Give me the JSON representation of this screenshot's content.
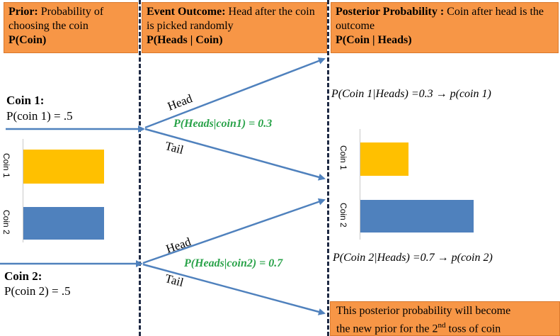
{
  "headers": {
    "prior": {
      "title": "Prior:",
      "text": " Probability of choosing the coin",
      "formula": "P(Coin)"
    },
    "event": {
      "title": "Event Outcome:",
      "text": " Head after the coin is picked randomly",
      "formula": "P(Heads | Coin)"
    },
    "posterior": {
      "title": "Posterior Probability :",
      "text": " Coin after head is the outcome",
      "formula": "P(Coin | Heads)"
    }
  },
  "coin1": {
    "title": "Coin 1:",
    "prob": "P(coin 1) = .5"
  },
  "coin2": {
    "title": "Coin 2:",
    "prob": "P(coin 2) = .5"
  },
  "branches": {
    "head": "Head",
    "tail": "Tail"
  },
  "likelihoods": {
    "coin1": "P(Heads|coin1) = 0.3",
    "coin2": "P(Heads|coin2) = 0.7"
  },
  "posteriors": {
    "coin1": "P(Coin 1|Heads) =0.3 → p(coin 1)",
    "coin2": "P(Coin 2|Heads) =0.7 → p(coin 2)"
  },
  "prior_bars": {
    "labels": [
      "Coin 1",
      "Coin 2"
    ],
    "values": [
      0.5,
      0.5
    ],
    "colors": [
      "#ffc000",
      "#4f81bd"
    ]
  },
  "posterior_bars": {
    "labels": [
      "Coin 1",
      "Coin 2"
    ],
    "values": [
      0.3,
      0.7
    ],
    "colors": [
      "#ffc000",
      "#4f81bd"
    ]
  },
  "note": {
    "line1": "This posterior probability will become",
    "line2_pre": "the new prior for the 2",
    "line2_sup": "nd",
    "line2_post": " toss of coin"
  },
  "colors": {
    "accent": "#f79646",
    "arrow": "#4f81bd",
    "green": "#2aa34a"
  }
}
